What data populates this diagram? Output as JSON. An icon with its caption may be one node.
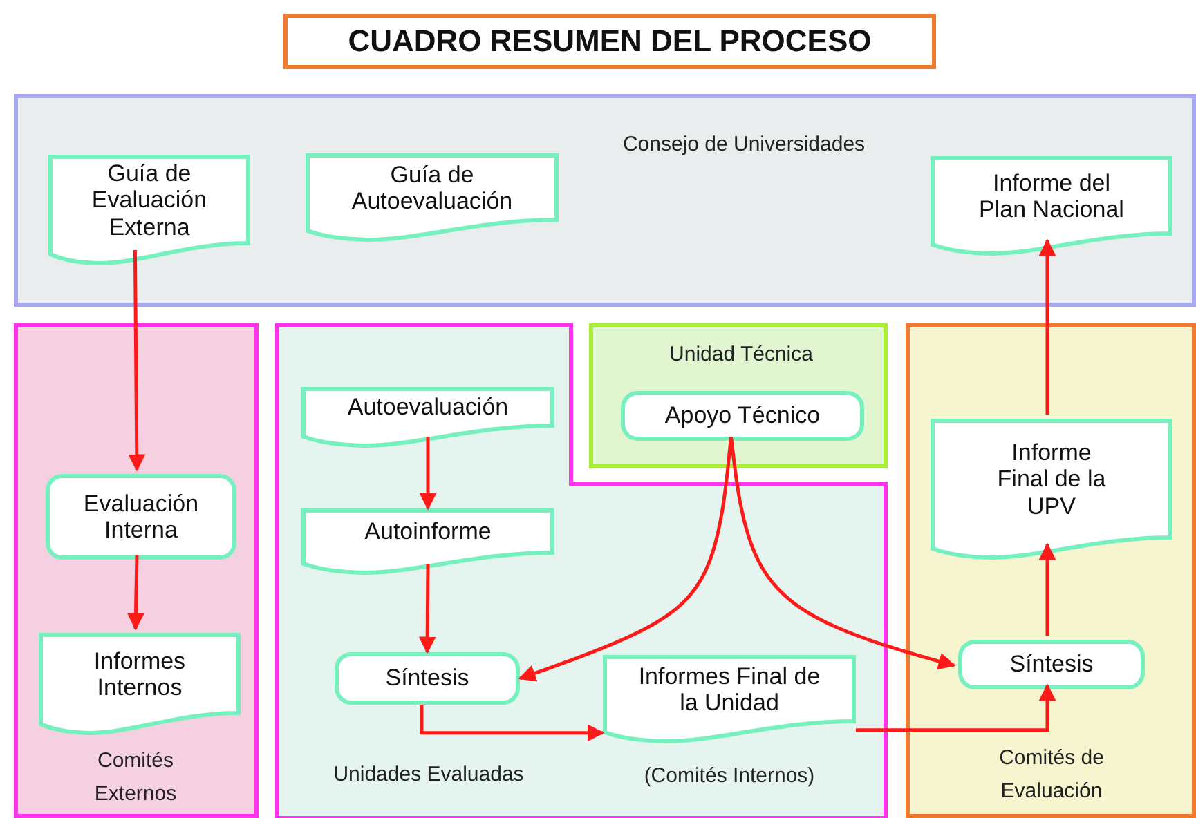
{
  "diagram": {
    "title": "CUADRO RESUMEN DEL PROCESO",
    "nodes": [
      {
        "text": [
          "Consejo de Universidades"
        ]
      },
      {
        "text": [
          "Guía de Evaluación Externa"
        ],
        "in": 0
      },
      {
        "text": [
          "Guía de Autoevaluación"
        ],
        "in": 0
      },
      {
        "text": [
          "Informe del Plan Nacional"
        ],
        "in": 0
      },
      {
        "text": [
          "Comités Externos"
        ]
      },
      {
        "text": [
          "Evaluación Interna"
        ],
        "in": 4
      },
      {
        "text": [
          "Informes Internos"
        ],
        "in": 4
      },
      {
        "text": [
          "Unidades Evaluadas"
        ]
      },
      {
        "text": [
          "Autoevaluación"
        ],
        "in": 7
      },
      {
        "text": [
          "Autoinforme"
        ],
        "in": 7
      },
      {
        "text": [
          "Síntesis"
        ],
        "in": 7
      },
      {
        "text": [
          "Informes Final de la Unidad"
        ],
        "in": 7,
        "beside": [
          "(Comités Internos)"
        ]
      },
      {
        "text": [
          "Unidad Técnica"
        ]
      },
      {
        "text": [
          "Apoyo Técnico"
        ],
        "in": 12
      },
      {
        "text": [
          "Comités de Evaluación"
        ]
      },
      {
        "text": [
          "Informe Final de la UPV"
        ],
        "in": 14
      },
      {
        "text": [
          "Síntesis"
        ],
        "in": 14
      }
    ],
    "edges": [
      {
        "from": 1,
        "to": 5,
        "arrow": "to"
      },
      {
        "from": 5,
        "to": 6,
        "arrow": "to"
      },
      {
        "from": 8,
        "to": 9,
        "arrow": "to"
      },
      {
        "from": 9,
        "to": 10,
        "arrow": "to"
      },
      {
        "from": 10,
        "to": 11,
        "arrow": "to"
      },
      {
        "from": 13,
        "to": 10,
        "arrow": "to"
      },
      {
        "from": 13,
        "to": 16,
        "arrow": "to"
      },
      {
        "from": 11,
        "to": 16,
        "arrow": "to"
      },
      {
        "from": 16,
        "to": 15,
        "arrow": "to"
      },
      {
        "from": 15,
        "to": 3,
        "arrow": "to"
      }
    ]
  }
}
